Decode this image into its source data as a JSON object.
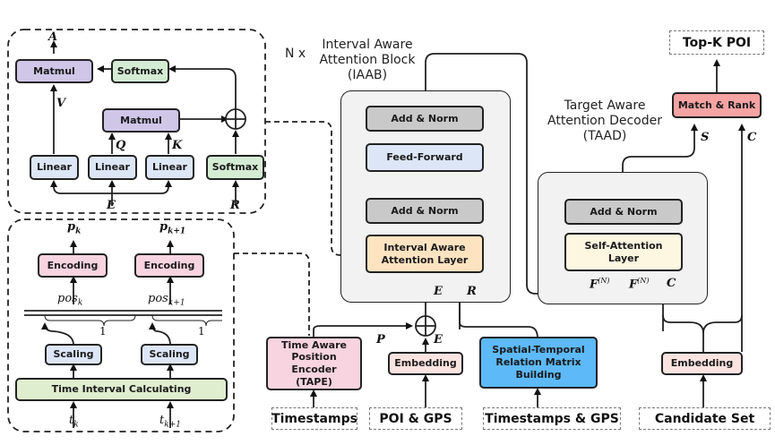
{
  "attention_detail": {
    "output_label": "A",
    "matmul_top": "Matmul",
    "softmax_top": "Softmax",
    "matmul_mid": "Matmul",
    "linear_v": "Linear",
    "linear_q": "Linear",
    "linear_k": "Linear",
    "softmax_bottom": "Softmax",
    "v_label": "V",
    "q_label": "Q",
    "k_label": "K",
    "e_label": "E",
    "r_label": "R"
  },
  "tape_detail": {
    "p_k": "p",
    "p_k_sub": "k",
    "p_k1": "p",
    "p_k1_sub": "k+1",
    "encoding_1": "Encoding",
    "encoding_2": "Encoding",
    "pos_k": "pos",
    "pos_k_sub": "k",
    "pos_k1": "pos",
    "pos_k1_sub": "k+1",
    "one_1": "1",
    "one_2": "1",
    "scaling_1": "Scaling",
    "scaling_2": "Scaling",
    "time_interval": "Time Interval Calculating",
    "t_k": "t",
    "t_k_sub": "k",
    "t_k1": "t",
    "t_k1_sub": "k+1"
  },
  "iaab": {
    "repeat": "N x",
    "title_line1": "Interval Aware",
    "title_line2": "Attention Block",
    "title_line3": "(IAAB)",
    "add_norm_top": "Add & Norm",
    "feed_forward": "Feed-Forward",
    "add_norm_bottom": "Add & Norm",
    "attention_layer_line1": "Interval Aware",
    "attention_layer_line2": "Attention Layer",
    "e_label": "E",
    "r_label": "R"
  },
  "taad": {
    "title_line1": "Target Aware",
    "title_line2": "Attention Decoder",
    "title_line3": "(TAAD)",
    "add_norm": "Add & Norm",
    "self_attention_line1": "Self-Attention",
    "self_attention_line2": "Layer",
    "f_label_1": "F",
    "f_sup_1": "(N)",
    "f_label_2": "F",
    "f_sup_2": "(N)",
    "c_label": "C"
  },
  "output": {
    "top_k": "Top-K POI",
    "match_rank": "Match & Rank",
    "s_label": "S",
    "c_label": "C"
  },
  "bottom": {
    "tape_line1": "Time Aware",
    "tape_line2": "Position Encoder",
    "tape_line3": "(TAPE)",
    "embedding_poi": "Embedding",
    "p_label": "P",
    "e_label": "E",
    "st_line1": "Spatial-Temporal",
    "st_line2": "Relation Matrix",
    "st_line3": "Building",
    "embedding_candidate": "Embedding"
  },
  "inputs": {
    "timestamps": "Timestamps",
    "poi_gps": "POI & GPS",
    "timestamps_gps": "Timestamps & GPS",
    "candidate_set": "Candidate Set"
  },
  "colors": {
    "matmul": "#cfc6e8",
    "softmax": "#d4ecd4",
    "linear": "#dde6f6",
    "encoding": "#f8d3e0",
    "add_norm": "#c9c9c9",
    "attention_layer": "#fde3c0",
    "match_rank": "#f5a3a3",
    "spatial_temporal": "#5db9f8"
  }
}
